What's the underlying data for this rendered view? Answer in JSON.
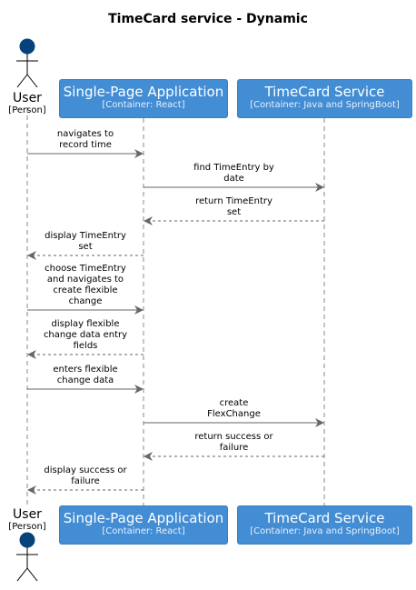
{
  "title": "TimeCard service - Dynamic",
  "participants": {
    "user": {
      "name": "User",
      "type": "[Person]",
      "color": "#08427b"
    },
    "spa": {
      "name": "Single-Page Application",
      "type": "[Container: React]",
      "color": "#438dd5"
    },
    "tcs": {
      "name": "TimeCard Service",
      "type": "[Container: Java and SpringBoot]",
      "color": "#438dd5"
    }
  },
  "messages": [
    {
      "from": "user",
      "to": "spa",
      "style": "solid",
      "lines": [
        "navigates to",
        "record time"
      ]
    },
    {
      "from": "spa",
      "to": "tcs",
      "style": "solid",
      "lines": [
        "find TimeEntry by",
        "date"
      ]
    },
    {
      "from": "tcs",
      "to": "spa",
      "style": "dashed",
      "lines": [
        "return TimeEntry",
        "set"
      ]
    },
    {
      "from": "spa",
      "to": "user",
      "style": "dashed",
      "lines": [
        "display TimeEntry",
        "set"
      ]
    },
    {
      "from": "user",
      "to": "spa",
      "style": "solid",
      "lines": [
        "choose TimeEntry",
        "and navigates to",
        "create flexible",
        "change"
      ]
    },
    {
      "from": "spa",
      "to": "user",
      "style": "dashed",
      "lines": [
        "display flexible",
        "change data entry",
        "fields"
      ]
    },
    {
      "from": "user",
      "to": "spa",
      "style": "solid",
      "lines": [
        "enters flexible",
        "change data"
      ]
    },
    {
      "from": "spa",
      "to": "tcs",
      "style": "solid",
      "lines": [
        "create",
        "FlexChange"
      ]
    },
    {
      "from": "tcs",
      "to": "spa",
      "style": "dashed",
      "lines": [
        "return success or",
        "failure"
      ]
    },
    {
      "from": "spa",
      "to": "user",
      "style": "dashed",
      "lines": [
        "display success or",
        "failure"
      ]
    }
  ]
}
